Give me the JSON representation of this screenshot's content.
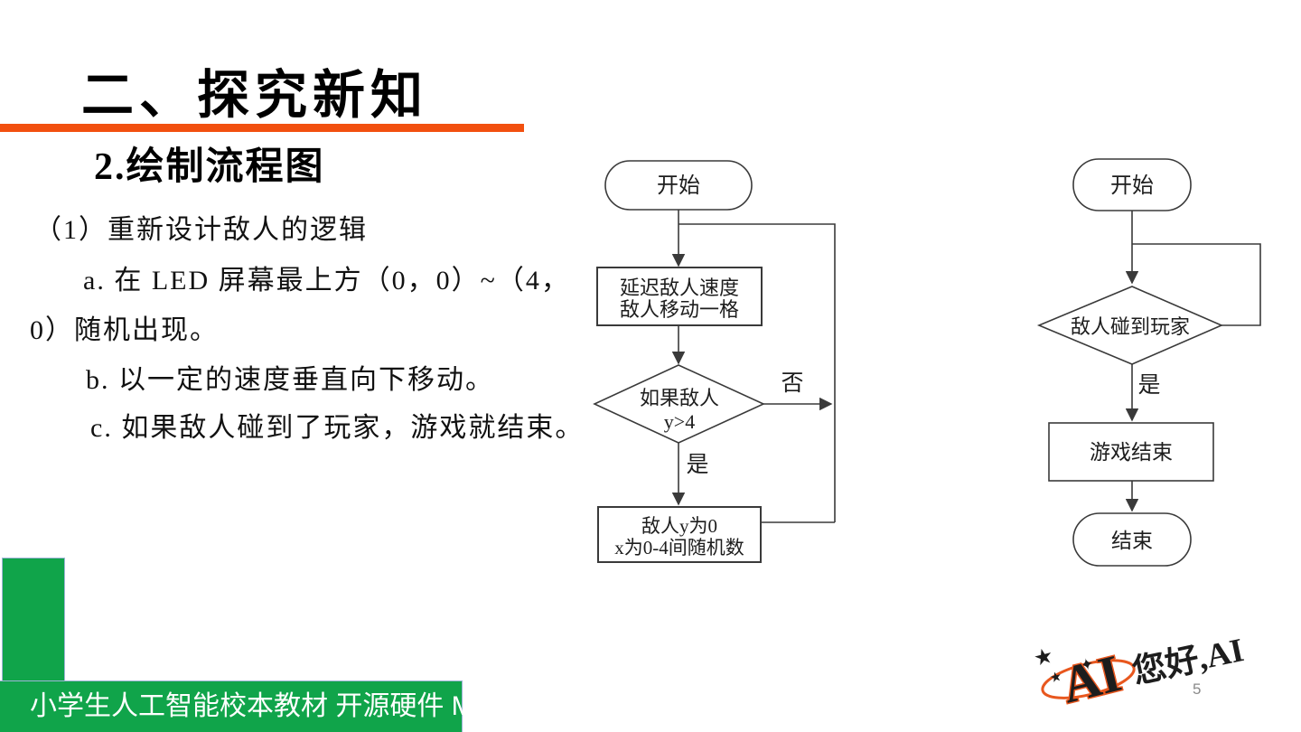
{
  "slide": {
    "title": "二、探究新知",
    "subtitle": "2.绘制流程图",
    "page_number": "5"
  },
  "body_text": {
    "line1": "（1）重新设计敌人的逻辑",
    "line2": "a. 在 LED 屏幕最上方（0，0）~（4，",
    "line3": "0）随机出现。",
    "line4": "b. 以一定的速度垂直向下移动。",
    "line5": "c. 如果敌人碰到了玩家，游戏就结束。"
  },
  "flowchart_enemy_logic": {
    "start": "开始",
    "process_move_line1": "延迟敌人速度",
    "process_move_line2": "敌人移动一格",
    "decision_line1": "如果敌人",
    "decision_line2": "y>4",
    "branch_no": "否",
    "branch_yes": "是",
    "process_reset_line1": "敌人y为0",
    "process_reset_line2": "x为0-4间随机数"
  },
  "flowchart_game_over": {
    "start": "开始",
    "decision": "敌人碰到玩家",
    "branch_yes": "是",
    "process": "游戏结束",
    "end": "结束"
  },
  "footer": {
    "text": "小学生人工智能校本教材 开源硬件 Micro:Bit"
  },
  "logo": {
    "emblem_text": "AI",
    "greeting_text": "您好,AI"
  },
  "colors": {
    "accent_orange": "#F2500F",
    "footer_green": "#10A44A",
    "footer_border_blue": "#9DB3D6",
    "logo_orange": "#EC5A1C",
    "flow_line": "#3A3A3A",
    "page_number_gray": "#8A8A8A"
  }
}
